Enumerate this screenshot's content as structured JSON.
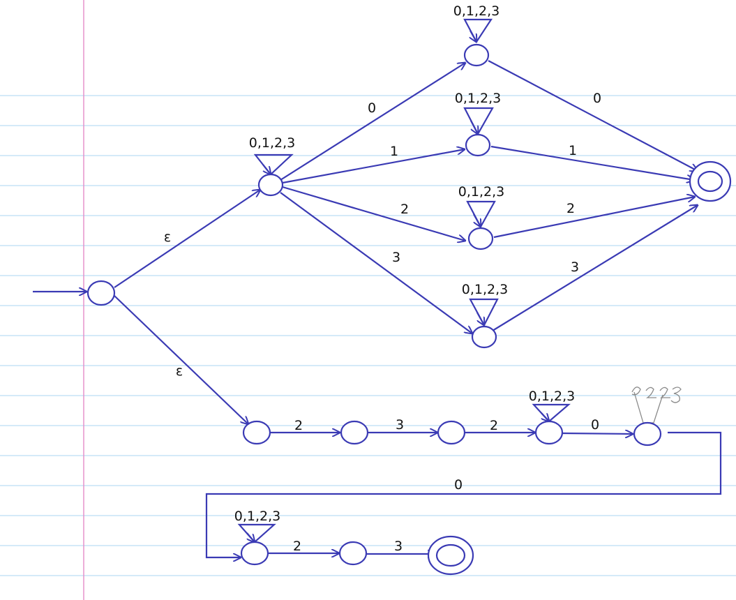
{
  "colors": {
    "ink": "#3a3ab4",
    "ruled_line": "#a9d6f0",
    "margin_line": "#e58cc8",
    "pencil": "#8a8a8a",
    "text": "#111111"
  },
  "labels": {
    "loop_top": "0,1,2,3",
    "loop_mid1": "0,1,2,3",
    "loop_hub": "0,1,2,3",
    "loop_mid2": "0,1,2,3",
    "loop_mid3": "0,1,2,3",
    "loop_chain": "0,1,2,3",
    "loop_bottom": "0,1,2,3",
    "eps_up": "ε",
    "eps_down": "ε",
    "hub_to_s0": "0",
    "hub_to_s1": "1",
    "hub_to_s2": "2",
    "hub_to_s3": "3",
    "s0_to_final": "0",
    "s1_to_final": "1",
    "s2_to_final": "2",
    "s3_to_final": "3",
    "chain_2a": "2",
    "chain_3a": "3",
    "chain_2b": "2",
    "chain_0a": "0",
    "wrap_0": "0",
    "tail_2": "2",
    "tail_3": "3"
  },
  "handwritten_loop": "0,2,2,3"
}
